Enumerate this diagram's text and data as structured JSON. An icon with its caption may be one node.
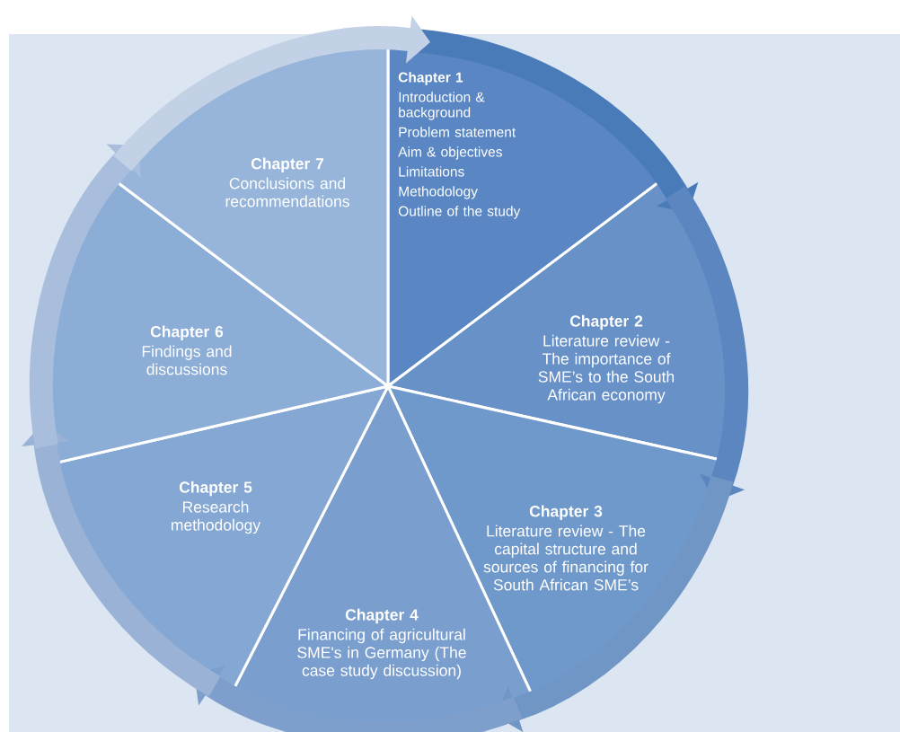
{
  "diagram": {
    "nodes": [
      {
        "text": [
          "Chapter 1",
          "Introduction & background",
          "Problem statement",
          "Aim & objectives",
          "Limitations",
          "Methodology",
          "Outline of the study"
        ]
      },
      {
        "text": [
          "Chapter 2",
          "Literature review - The importance of SME’s to the South African economy"
        ]
      },
      {
        "text": [
          "Chapter 3",
          "Literature review - The capital structure and sources of financing for South African SME’s"
        ]
      },
      {
        "text": [
          "Chapter 4",
          "Financing of agricultural SME's in Germany (The case study discussion)"
        ]
      },
      {
        "text": [
          "Chapter 5",
          "Research methodology"
        ]
      },
      {
        "text": [
          "Chapter 6",
          "Findings and discussions"
        ]
      },
      {
        "text": [
          "Chapter 7",
          "Conclusions and recommendations"
        ]
      }
    ],
    "edges": [
      {
        "from": 0,
        "to": 1,
        "arrow": "to",
        "color": "#4a7bb9"
      },
      {
        "from": 1,
        "to": 2,
        "arrow": "to",
        "color": "#5b86c0"
      },
      {
        "from": 2,
        "to": 3,
        "arrow": "to",
        "color": "#7096c6"
      },
      {
        "from": 3,
        "to": 4,
        "arrow": "to",
        "color": "#7e9fcc"
      },
      {
        "from": 4,
        "to": 5,
        "arrow": "to",
        "color": "#9ab2d6"
      },
      {
        "from": 5,
        "to": 6,
        "arrow": "to",
        "color": "#a9bedd"
      },
      {
        "from": 6,
        "to": 0,
        "arrow": "to",
        "color": "#c3d1e6"
      }
    ]
  }
}
